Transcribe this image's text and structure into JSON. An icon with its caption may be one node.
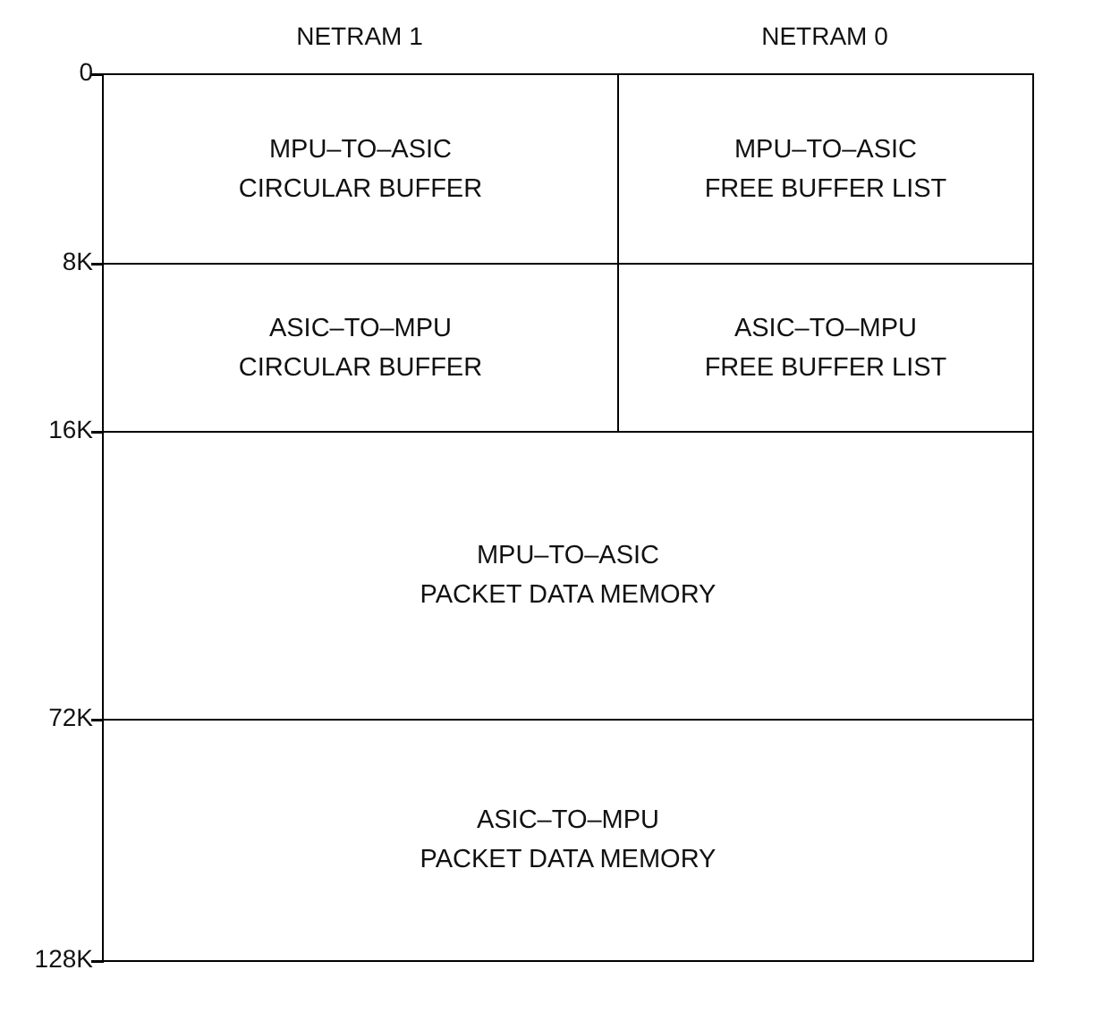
{
  "diagram": {
    "nodes": [
      {
        "text": [
          "MPU–TO–ASIC CIRCULAR BUFFER"
        ]
      },
      {
        "text": [
          "MPU–TO–ASIC FREE BUFFER LIST"
        ]
      },
      {
        "text": [
          "ASIC–TO–MPU CIRCULAR BUFFER"
        ]
      },
      {
        "text": [
          "ASIC–TO–MPU FREE BUFFER LIST"
        ]
      },
      {
        "text": [
          "MPU–TO–ASIC PACKET DATA MEMORY"
        ]
      },
      {
        "text": [
          "ASIC–TO–MPU PACKET DATA MEMORY"
        ]
      }
    ],
    "labels": [
      "NETRAM 1",
      "NETRAM 0",
      "0",
      "8K",
      "16K",
      "72K",
      "128K"
    ]
  }
}
